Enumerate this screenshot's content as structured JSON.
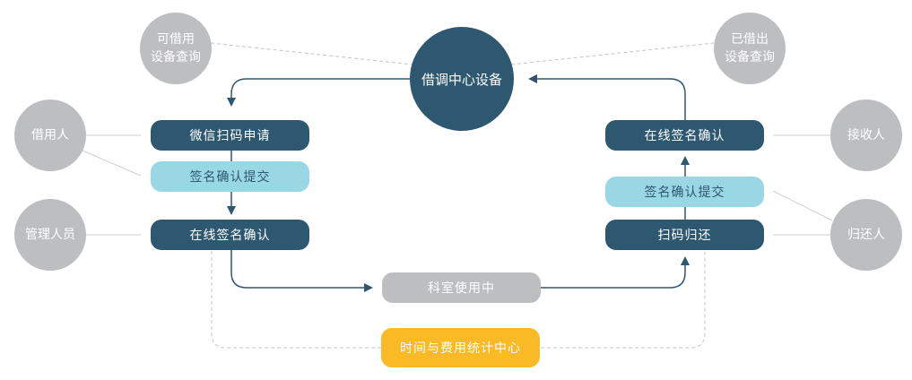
{
  "hub": {
    "label": "借调中心设备"
  },
  "query_left": {
    "line1": "可借用",
    "line2": "设备查询"
  },
  "query_right": {
    "line1": "已借出",
    "line2": "设备查询"
  },
  "roles": {
    "borrower": "借用人",
    "manager": "管理人员",
    "receiver": "接收人",
    "returner": "归还人"
  },
  "left_flow": {
    "step1": "微信扫码申请",
    "step2": "签名确认提交",
    "step3": "在线签名确认"
  },
  "right_flow": {
    "step1": "扫码归还",
    "step2": "签名确认提交",
    "step3": "在线签名确认"
  },
  "in_use": "科室使用中",
  "stats": "时间与费用统计中心",
  "colors": {
    "dark": "#2d5870",
    "light": "#9ad7e5",
    "grey": "#bdbec0",
    "orange": "#f9ba25"
  }
}
